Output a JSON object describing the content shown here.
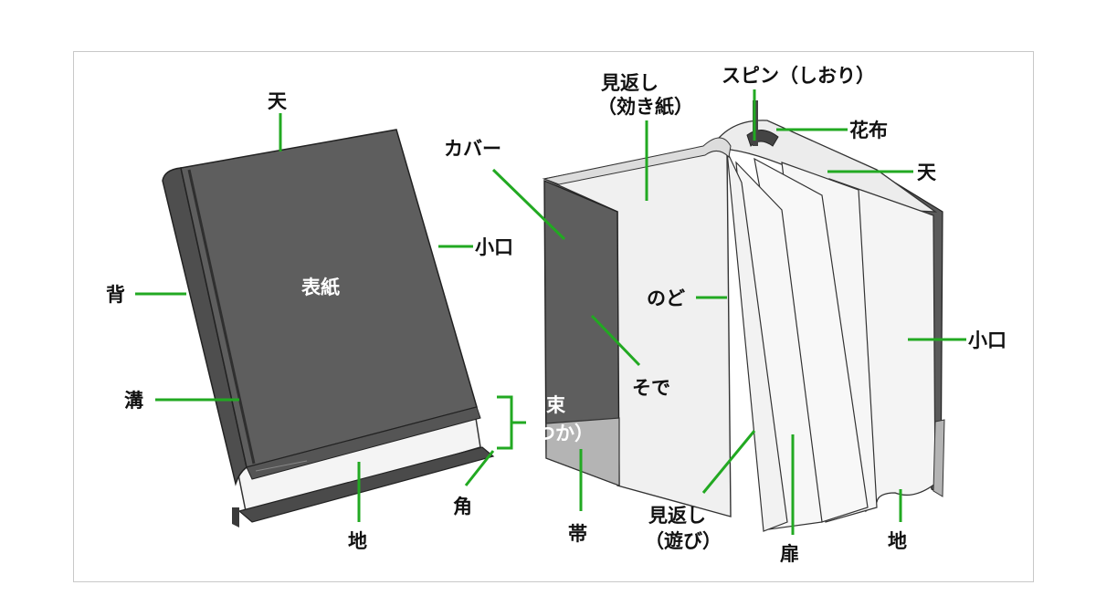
{
  "labels": {
    "ten_left": "天",
    "hyoushi": "表紙",
    "se": "背",
    "koguchi_left": "小口",
    "mizo": "溝",
    "tsuka_1": "束",
    "tsuka_2": "（つか）",
    "kado": "角",
    "chi_left": "地",
    "cover": "カバー",
    "mikaeshi_kiki_1": "見返し",
    "mikaeshi_kiki_2": "（効き紙）",
    "spin": "スピン（しおり）",
    "hanagire": "花布",
    "ten_right": "天",
    "nodo": "のど",
    "koguchi_right": "小口",
    "sode": "そで",
    "obi": "帯",
    "mikaeshi_asobi_1": "見返し",
    "mikaeshi_asobi_2": "（遊び）",
    "tobira": "扉",
    "chi_right": "地"
  },
  "colors": {
    "leader": "#22a922",
    "cover": "#5e5e5e",
    "cover_dark": "#4a4a4a",
    "obi": "#b4b4b4",
    "paper": "#f4f4f4",
    "frame": "#c8c8c8"
  }
}
